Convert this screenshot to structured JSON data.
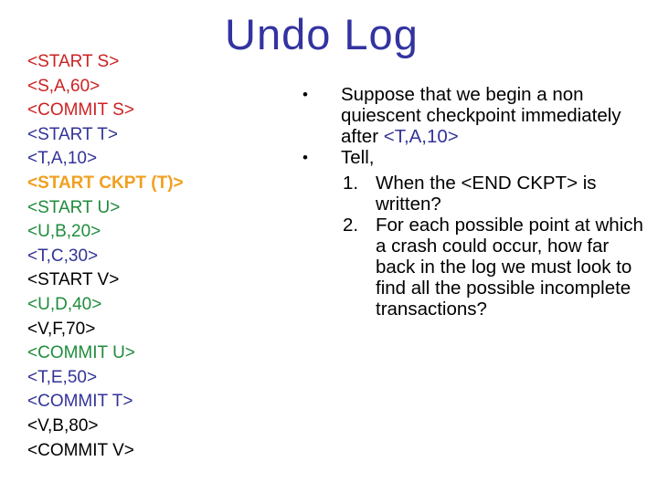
{
  "colors": {
    "background": "#ffffff",
    "title": "#3333a0",
    "red": "#cc2222",
    "blue": "#333399",
    "orange": "#f0a020",
    "green": "#1f8c3c",
    "black": "#000000"
  },
  "slide": {
    "title": "Undo Log"
  },
  "log": {
    "entries": [
      {
        "text": "<START S>",
        "color": "red",
        "bold": false
      },
      {
        "text": "<S,A,60>",
        "color": "red",
        "bold": false
      },
      {
        "text": "<COMMIT S>",
        "color": "red",
        "bold": false
      },
      {
        "text": "<START T>",
        "color": "blue",
        "bold": false
      },
      {
        "text": "<T,A,10>",
        "color": "blue",
        "bold": false
      },
      {
        "text": "<START CKPT (T)>",
        "color": "orange",
        "bold": true
      },
      {
        "text": "<START U>",
        "color": "green",
        "bold": false
      },
      {
        "text": "<U,B,20>",
        "color": "green",
        "bold": false
      },
      {
        "text": "<T,C,30>",
        "color": "blue",
        "bold": false
      },
      {
        "text": "<START V>",
        "color": "black",
        "bold": false
      },
      {
        "text": "<U,D,40>",
        "color": "green",
        "bold": false
      },
      {
        "text": "<V,F,70>",
        "color": "black",
        "bold": false
      },
      {
        "text": "<COMMIT U>",
        "color": "green",
        "bold": false
      },
      {
        "text": "<T,E,50>",
        "color": "blue",
        "bold": false
      },
      {
        "text": "<COMMIT T>",
        "color": "blue",
        "bold": false
      },
      {
        "text": "<V,B,80>",
        "color": "black",
        "bold": false
      },
      {
        "text": "<COMMIT V>",
        "color": "black",
        "bold": false
      }
    ]
  },
  "content": {
    "bullet_char": "•",
    "bullets": [
      {
        "text": "Suppose that we begin a non quiescent checkpoint immediately after ",
        "highlight": "<T,A,10>",
        "highlight_color": "blue"
      },
      {
        "text": "Tell,"
      }
    ],
    "numbered": [
      {
        "number": "1.",
        "text": "When the <END CKPT> is written?"
      },
      {
        "number": "2.",
        "text": "For each possible point at which a crash could occur, how far back in the log we must look to find all the possible incomplete transactions?"
      }
    ]
  }
}
